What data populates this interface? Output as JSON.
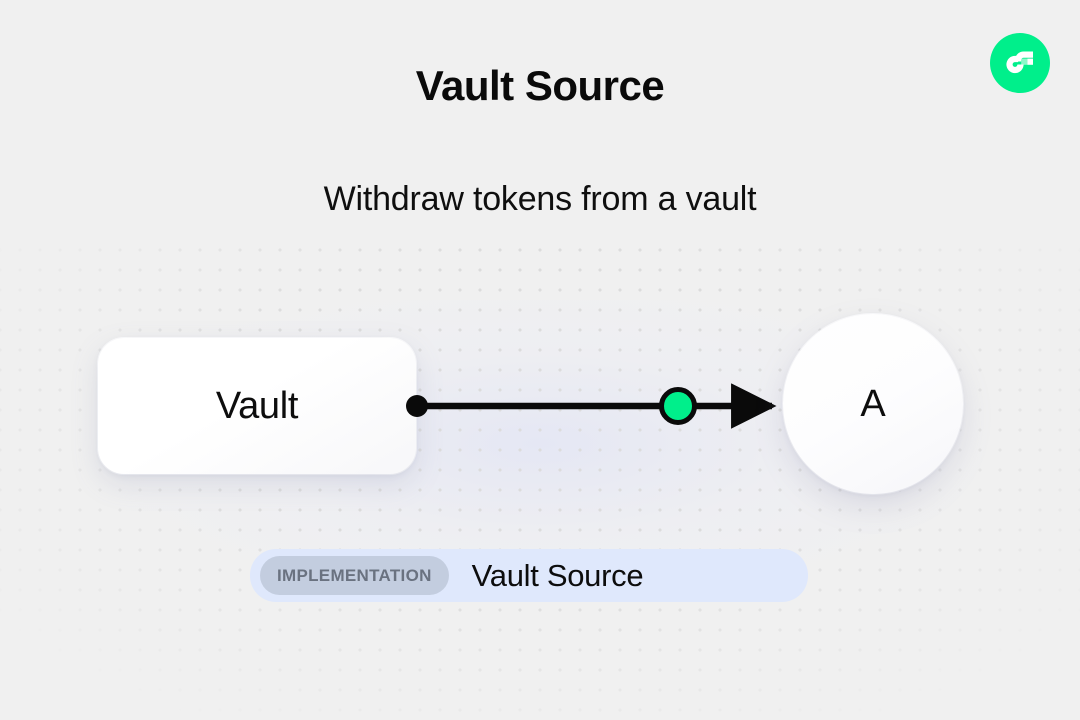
{
  "header": {
    "title": "Vault Source",
    "subtitle": "Withdraw tokens from a vault",
    "logo_icon": "flow-logo-icon",
    "logo_color": "#00ef8b"
  },
  "diagram": {
    "source_node": {
      "label": "Vault",
      "shape": "rounded-rect",
      "port_icon": "output-port-dot"
    },
    "edge": {
      "marker_icon": "edge-midpoint-dot",
      "marker_color": "#00ef8b",
      "arrow_icon": "arrow-head-right",
      "line_color": "#0a0a0a"
    },
    "target_node": {
      "label": "A",
      "shape": "circle"
    }
  },
  "footer": {
    "badge_label": "IMPLEMENTATION",
    "badge_color": "#c3cddf",
    "implementation_name": "Vault Source",
    "bar_color": "#dfe8fc"
  }
}
